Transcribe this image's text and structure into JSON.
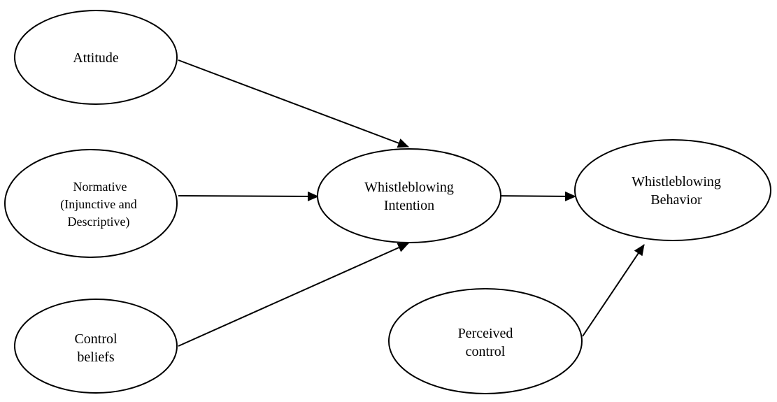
{
  "diagram": {
    "nodes": {
      "attitude": {
        "lines": [
          "Attitude"
        ]
      },
      "normative": {
        "lines": [
          "Normative",
          "(Injunctive and",
          "Descriptive)"
        ]
      },
      "control_beliefs": {
        "lines": [
          "Control",
          "beliefs"
        ]
      },
      "intention": {
        "lines": [
          "Whistleblowing",
          "Intention"
        ]
      },
      "behavior": {
        "lines": [
          "Whistleblowing",
          "Behavior"
        ]
      },
      "perceived_control": {
        "lines": [
          "Perceived",
          "control"
        ]
      }
    },
    "edges": [
      {
        "from": "Attitude",
        "to": "Whistleblowing Intention"
      },
      {
        "from": "Normative (Injunctive and Descriptive)",
        "to": "Whistleblowing Intention"
      },
      {
        "from": "Control beliefs",
        "to": "Whistleblowing Intention"
      },
      {
        "from": "Whistleblowing Intention",
        "to": "Whistleblowing Behavior"
      },
      {
        "from": "Perceived control",
        "to": "Whistleblowing Behavior"
      }
    ],
    "colors": {
      "stroke": "#000000",
      "fill": "#ffffff"
    }
  }
}
